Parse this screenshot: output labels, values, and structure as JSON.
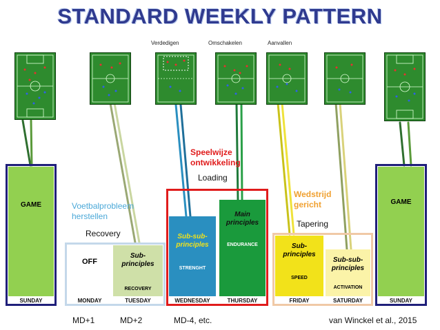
{
  "title": "STANDARD WEEKLY PATTERN",
  "top_labels": {
    "defend": "Verdedigen",
    "transition": "Omschakelen",
    "attack": "Aanvallen"
  },
  "days": {
    "sunday_left": "SUNDAY",
    "monday": "MONDAY",
    "tuesday": "TUESDAY",
    "wednesday": "WEDNESDAY",
    "thursday": "THURSDAY",
    "friday": "FRIDAY",
    "saturday": "SATURDAY",
    "sunday_right": "SUNDAY"
  },
  "blocks": {
    "game_left": "GAME",
    "off": "OFF",
    "sub_principles_tue": "Sub-\nprinciples",
    "recovery_caps": "RECOVERY",
    "sub_sub_wed": "Sub-sub-\nprinciples",
    "strength_caps": "STRENGHT",
    "main_thu": "Main\nprinciples",
    "endurance_caps": "ENDURANCE",
    "sub_principles_fri": "Sub-\nprinciples",
    "speed_caps": "SPEED",
    "sub_sub_sat": "Sub-sub-\nprinciples",
    "activation_caps": "ACTIVATION",
    "game_right": "GAME"
  },
  "annotations": {
    "voetbal": "Voetbalprobleem\nherstellen",
    "recovery": "Recovery",
    "speelwijze": "Speelwijze\nontwikkeling",
    "loading": "Loading",
    "wedstrijd": "Wedstrijd\ngericht",
    "tapering": "Tapering"
  },
  "bottom": {
    "md1": "MD+1",
    "md2": "MD+2",
    "md4": "MD-4, etc.",
    "credit": "van Winckel et al., 2015"
  },
  "colors": {
    "title": "#2f3a8f",
    "game_green": "#92d050",
    "navy": "#1f1f7a",
    "light_blue": "#8fb4d8",
    "red": "#e01b1b",
    "dark_green": "#1a9a3c",
    "sage": "#cfe0a8",
    "gold": "#f2e21a",
    "pale_yellow": "#fbf3a8",
    "peach": "#f0c9a6",
    "teal": "#2a8fc0",
    "orange": "#f0a030"
  }
}
